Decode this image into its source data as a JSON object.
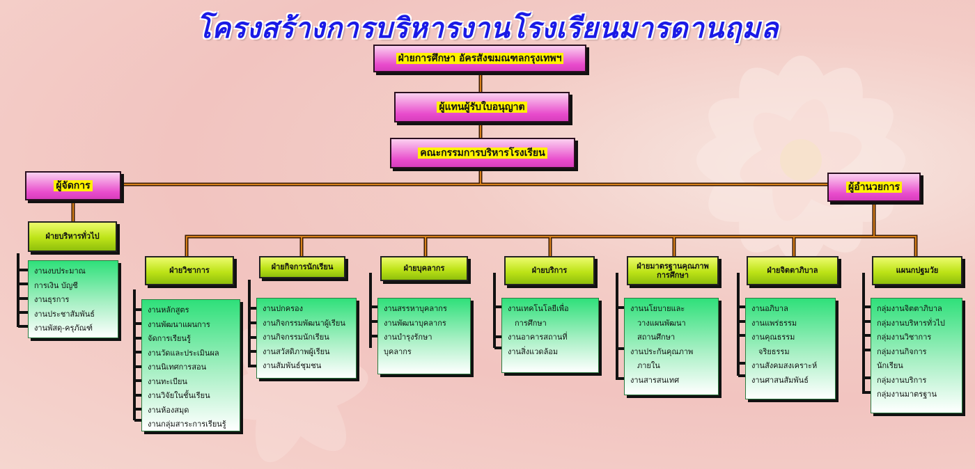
{
  "title": "โครงสร้างการบริหารงานโรงเรียนมารดานฤมล",
  "top_boxes": {
    "foundation": "ฝ่ายการศึกษา อัครสังฆมณฑลกรุงเทพฯ",
    "licensee_rep": "ผู้แทนผู้รับใบอนุญาต",
    "committee": "คณะกรรมการบริหารโรงเรียน",
    "manager": "ผู้จัดการ",
    "director": "ผู้อำนวยการ"
  },
  "departments": [
    {
      "name": "ฝ่ายบริหารทั่วไป",
      "items": [
        "งานงบประมาณ",
        "การเงิน บัญชี",
        "งานธุรการ",
        "งานประชาสัมพันธ์",
        "งานพัสดุ-ครุภัณฑ์"
      ]
    },
    {
      "name": "ฝ่ายวิชาการ",
      "items": [
        "งานหลักสูตร",
        "งานพัฒนาแผนการ",
        "จัดการเรียนรู้",
        "งานวัดและประเมินผล",
        "งานนิเทศการสอน",
        "งานทะเบียน",
        "งานวิจัยในชั้นเรียน",
        "งานห้องสมุด",
        "งานกลุ่มสาระการเรียนรู้"
      ]
    },
    {
      "name": "ฝ่ายกิจการนักเรียน",
      "items": [
        "งานปกครอง",
        "งานกิจกรรมพัฒนาผู้เรียน",
        "งานกิจกรรมนักเรียน",
        "งานสวัสดิภาพผู้เรียน",
        "งานสัมพันธ์ชุมชน"
      ]
    },
    {
      "name": "ฝ่ายบุคลากร",
      "items": [
        "งานสรรหาบุคลากร",
        "งานพัฒนาบุคลากร",
        "งานบำรุงรักษา",
        "บุคลากร"
      ]
    },
    {
      "name": "ฝ่ายบริการ",
      "items": [
        "งานเทคโนโลยีเพื่อ",
        "การศึกษา",
        "งานอาคารสถานที่",
        "งานสิ่งแวดล้อม"
      ]
    },
    {
      "name": "ฝ่ายมาตรฐานคุณภาพการศึกษา",
      "items": [
        "งานนโยบายและ",
        "วางแผนพัฒนา",
        "สถานศึกษา",
        "งานประกันคุณภาพ",
        "ภายใน",
        "งานสารสนเทศ"
      ]
    },
    {
      "name": "ฝ่ายจิตตาภิบาล",
      "items": [
        "งานอภิบาล",
        "งานแพร่ธรรม",
        "งานคุณธรรม",
        "จริยธรรม",
        "งานสังคมสงเคราะห์",
        "งานศาสนสัมพันธ์"
      ]
    },
    {
      "name": "แผนกปฐมวัย",
      "items": [
        "กลุ่มงานจิตตาภิบาล",
        "กลุ่มงานบริหารทั่วไป",
        "กลุ่มงานวิชาการ",
        "กลุ่มงานกิจการ",
        "นักเรียน",
        "กลุ่มงานบริการ",
        "กลุ่มงานมาตรฐาน"
      ]
    }
  ]
}
